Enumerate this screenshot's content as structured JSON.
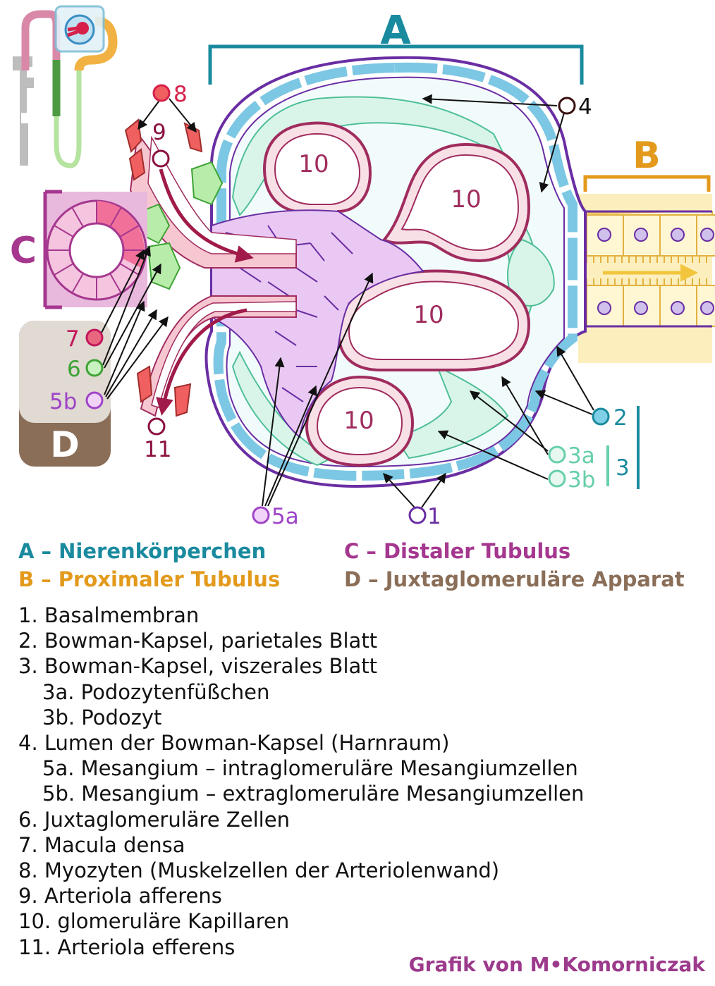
{
  "colors": {
    "corpuscle": "#1a8a9e",
    "proximal": "#e39a1c",
    "distal": "#a5378f",
    "juxta": "#8a6e58",
    "capillary": "#a02c5e",
    "podocyte": "#67cfa9",
    "basal": "#6a2ea3",
    "mesangium": "#b65ad6",
    "macula": "#e9667f",
    "myocyte": "#e23c3c"
  },
  "section_letters": {
    "a": "A",
    "b": "B",
    "c": "C",
    "d": "D"
  },
  "markers": {
    "m1": "1",
    "m2": "2",
    "m3": "3",
    "m3a": "3a",
    "m3b": "3b",
    "m4": "4",
    "m5a": "5a",
    "m5b": "5b",
    "m6": "6",
    "m7": "7",
    "m8": "8",
    "m9": "9",
    "m11": "11"
  },
  "capillary_labels": [
    "10",
    "10",
    "10",
    "10"
  ],
  "legend": {
    "a": "A – Nierenkörperchen",
    "b": "B – Proximaler Tubulus",
    "c": "C – Distaler Tubulus",
    "d": "D – Juxtaglomeruläre Apparat"
  },
  "items": [
    "1. Basalmembran",
    "2. Bowman-Kapsel, parietales Blatt",
    "3. Bowman-Kapsel, viszerales Blatt",
    "3a. Podozytenfüßchen",
    "3b. Podozyt",
    "4. Lumen der Bowman-Kapsel (Harnraum)",
    "5a. Mesangium – intraglomeruläre Mesangiumzellen",
    "5b. Mesangium – extraglomeruläre Mesangiumzellen",
    "6. Juxtaglomeruläre Zellen",
    "7. Macula densa",
    "8. Myozyten (Muskelzellen der Arteriolenwand)",
    "9. Arteriola afferens",
    "10. glomeruläre Kapillaren",
    "11. Arteriola efferens"
  ],
  "credit": "Grafik von M•Komorniczak"
}
